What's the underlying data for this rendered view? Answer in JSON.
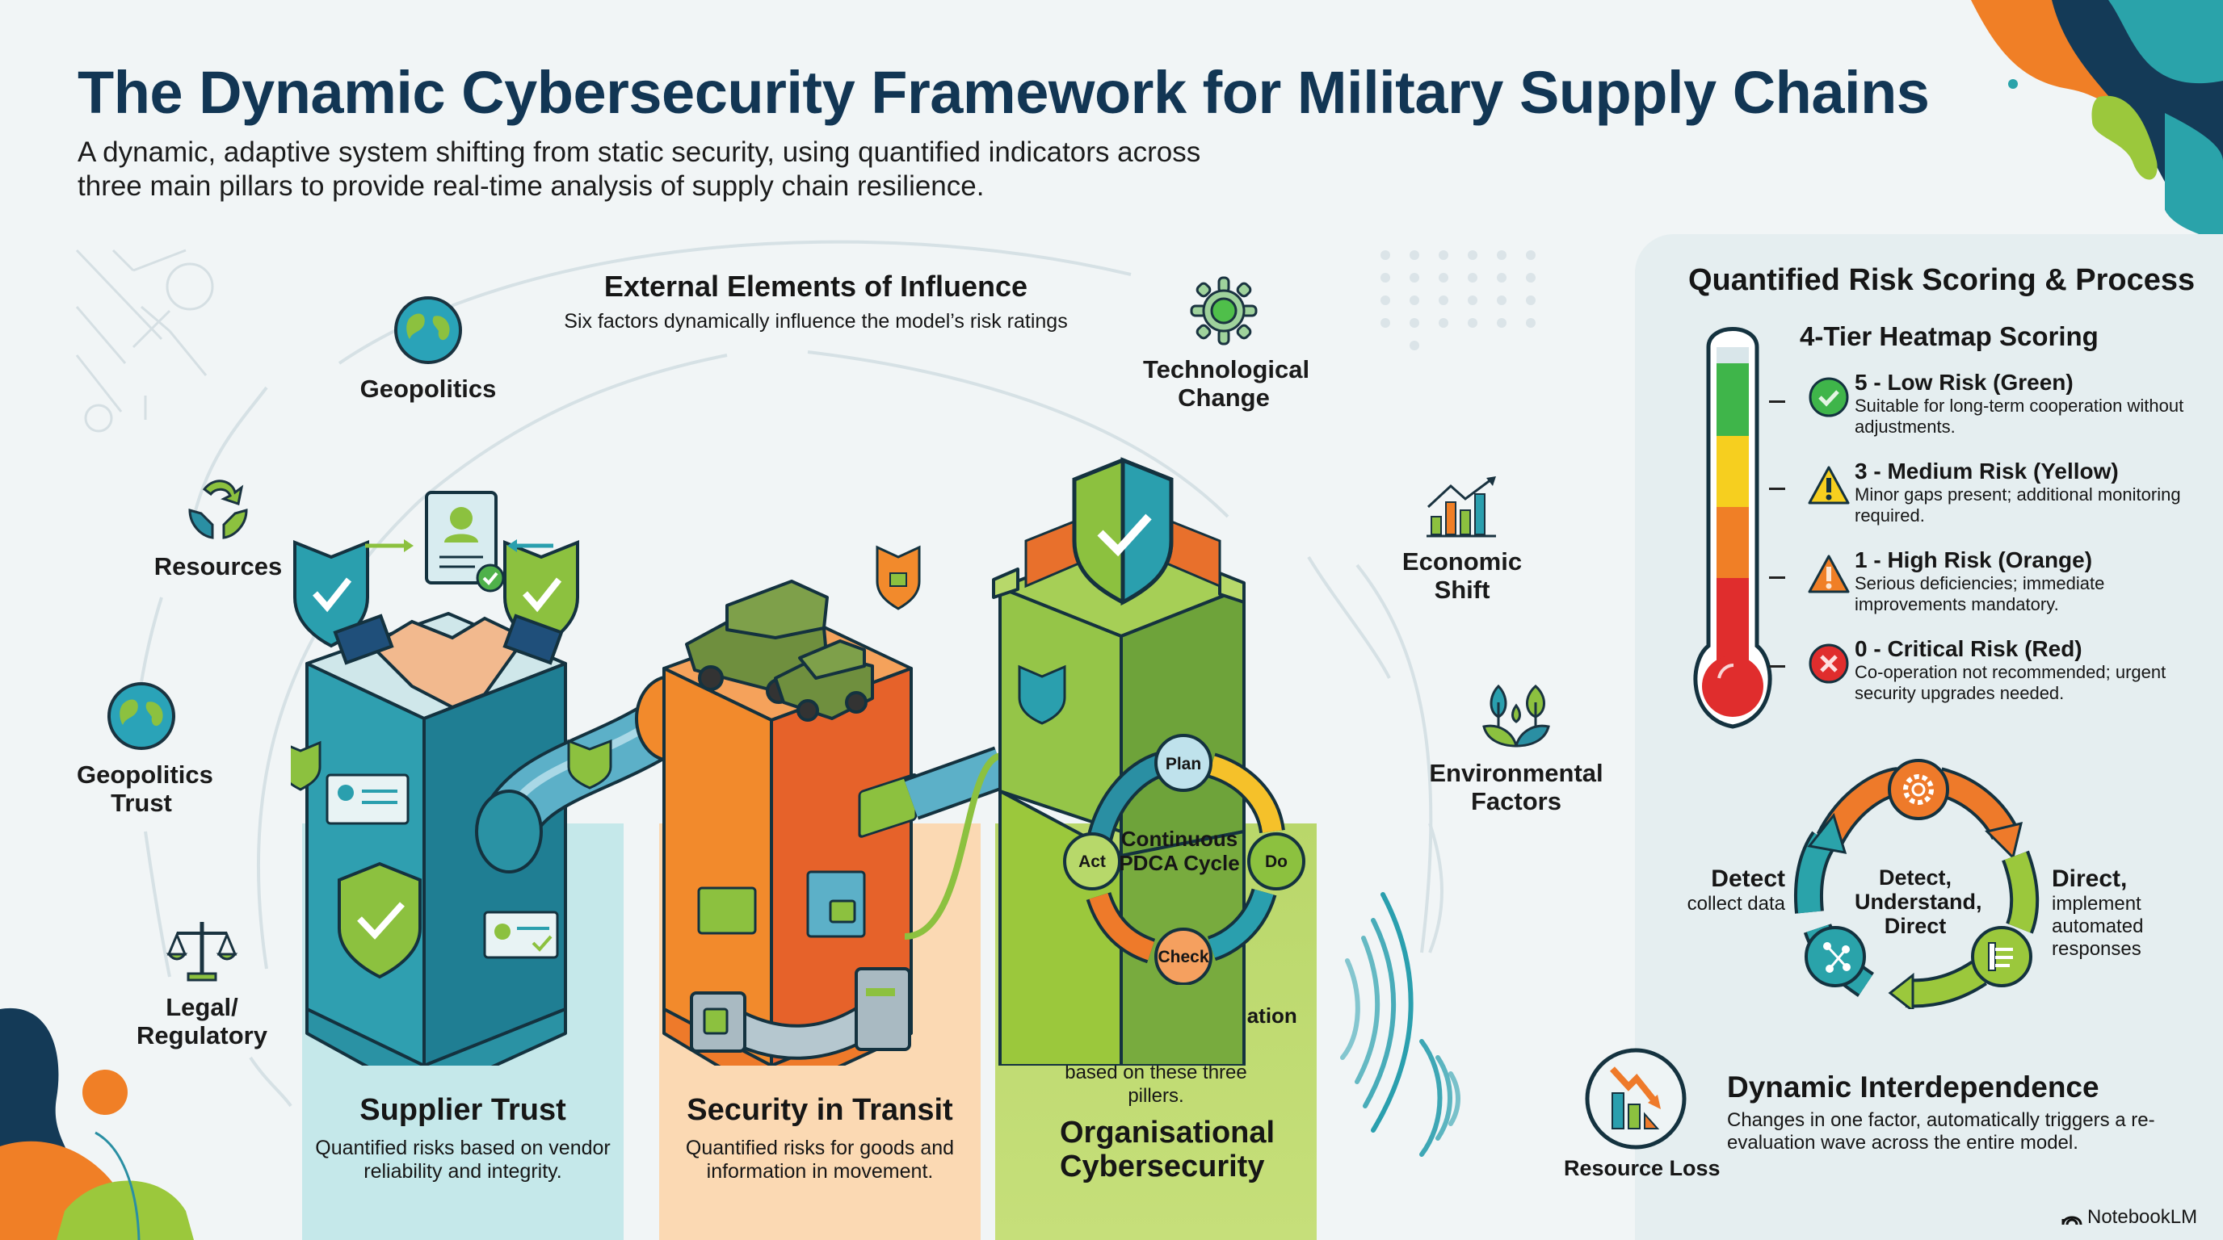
{
  "header": {
    "title": "The Dynamic Cybersecurity Framework for Military Supply Chains",
    "subtitle": "A dynamic, adaptive system shifting from static security, using quantified indicators across three main pillars to provide real-time analysis of supply chain resilience."
  },
  "external_influence": {
    "title": "External Elements of Influence",
    "subtitle": "Six factors dynamically influence the model’s risk ratings",
    "factors": [
      {
        "label": "Geopolitics",
        "icon": "globe-icon"
      },
      {
        "label": "Resources",
        "icon": "recycle-hands-icon"
      },
      {
        "label": "Geopolitics Trust",
        "icon": "globe-icon"
      },
      {
        "label": "Legal/ Regulatory",
        "icon": "scales-icon"
      },
      {
        "label": "Technological Change",
        "icon": "gear-icon"
      },
      {
        "label": "Economic Shift",
        "icon": "bar-chart-icon"
      },
      {
        "label": "Environmental Factors",
        "icon": "leaf-trees-icon"
      }
    ]
  },
  "pillars": [
    {
      "title": "Supplier Trust",
      "description": "Quantified risks based on vendor reliability and integrity.",
      "color": "#2a8fa3"
    },
    {
      "title": "Security in Transit",
      "description": "Quantified risks for goods and information in movement.",
      "color": "#ee7a2a"
    },
    {
      "title": "Organisational Cybersecurity",
      "description": "",
      "color": "#8cc13f"
    }
  ],
  "pdca": {
    "center": "Continuous PDCA Cycle",
    "steps": [
      "Plan",
      "Do",
      "Check",
      "Act"
    ]
  },
  "triple_factor": {
    "title": "The Triple-Factor Evaluation",
    "description": "Risks are quantified based on these three pillers."
  },
  "risk_panel": {
    "title": "Quantified Risk Scoring & Process",
    "heatmap_title": "4-Tier Heatmap Scoring",
    "tiers": [
      {
        "label": "5 - Low Risk (Green)",
        "description": "Suitable for long-term cooperation without adjustments.",
        "color": "#3fb54a",
        "icon": "check-circle-icon"
      },
      {
        "label": "3 - Medium Risk (Yellow)",
        "description": "Minor gaps present; additional monitoring required.",
        "color": "#f6cf1f",
        "icon": "warning-triangle-icon"
      },
      {
        "label": "1 - High Risk (Orange)",
        "description": "Serious deficiencies; immediate improvements mandatory.",
        "color": "#f07f26",
        "icon": "warning-triangle-icon"
      },
      {
        "label": "0 - Critical Risk (Red)",
        "description": "Co-operation not recommended; urgent security upgrades needed.",
        "color": "#e02d2d",
        "icon": "x-circle-icon"
      }
    ],
    "ddd_cycle": {
      "center": "Detect, Understand, Direct",
      "detect_title": "Detect",
      "detect_sub": "collect data",
      "direct_title": "Direct,",
      "direct_sub": "implement automated responses"
    }
  },
  "interdependence": {
    "title": "Dynamic Interdependence",
    "description": "Changes in one factor, automatically triggers a re-evaluation wave across the entire model.",
    "trigger_label": "Resource Loss"
  },
  "branding": {
    "label": "NotebookLM"
  },
  "colors": {
    "navy": "#123654",
    "teal": "#2a9fae",
    "orange": "#f07f26",
    "green": "#9bc83c"
  }
}
